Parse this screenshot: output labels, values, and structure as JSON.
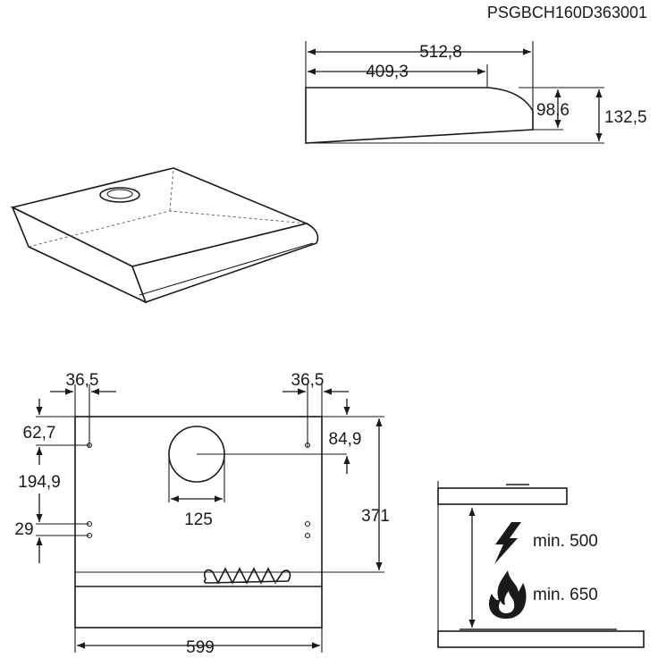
{
  "header": {
    "product_code": "PSGBCH160D363001"
  },
  "side_view": {
    "depth_total": "512,8",
    "depth_front": "409,3",
    "height_front": "98,6",
    "height_total": "132,5"
  },
  "front_view": {
    "left_hole_offset": "36,5",
    "right_hole_offset": "36,5",
    "top_to_upper_hole": "62,7",
    "upper_to_lower_holes": "194,9",
    "lower_hole_spacing": "29",
    "top_to_outlet_center": "84,9",
    "outlet_diameter": "125",
    "height": "371",
    "width": "599"
  },
  "installation": {
    "electric_min": "min. 500",
    "gas_min": "min. 650",
    "icons": [
      "lightning-icon",
      "flame-icon"
    ]
  }
}
